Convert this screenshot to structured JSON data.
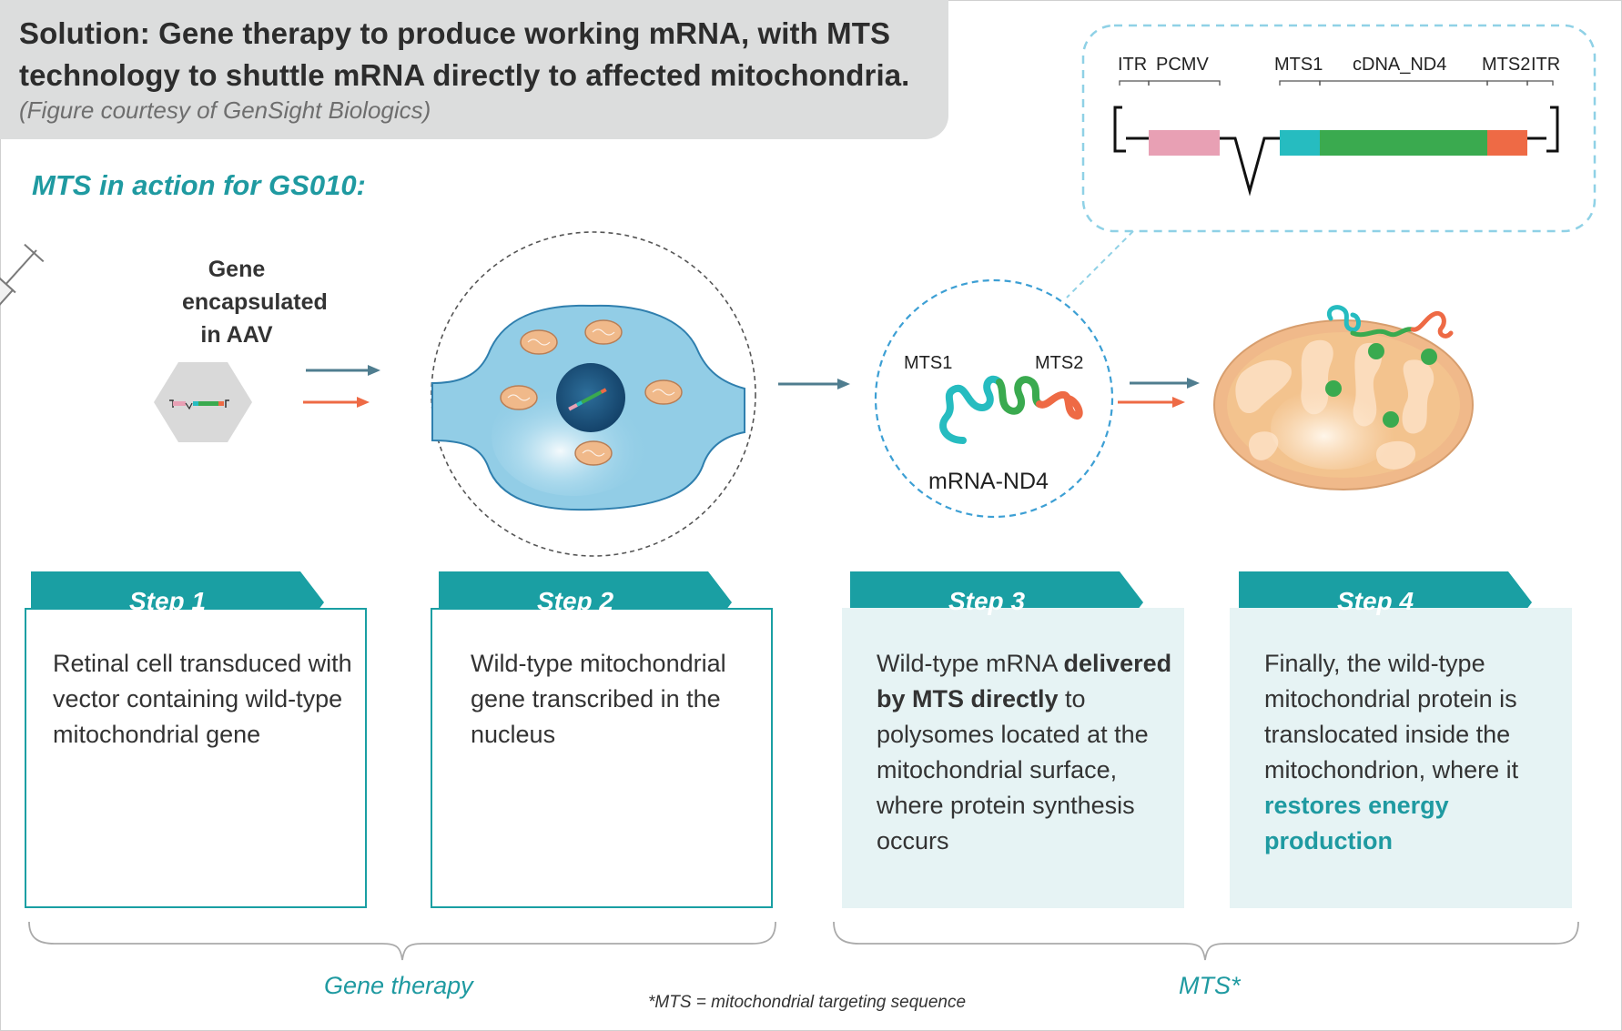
{
  "header": {
    "title": "Solution: Gene therapy to produce working mRNA, with MTS technology to shuttle mRNA directly to affected mitochondria.",
    "credit": "(Figure courtesy of GenSight Biologics)"
  },
  "subtitle": "MTS in action for GS010:",
  "vector": {
    "labels": [
      "ITR",
      "PCMV",
      "MTS1",
      "cDNA_ND4",
      "MTS2",
      "ITR"
    ]
  },
  "aav_label": "Gene encapsulated in AAV",
  "mrna": {
    "mts1": "MTS1",
    "mts2": "MTS2",
    "name": "mRNA-ND4"
  },
  "steps": [
    {
      "title": "Step 1",
      "text_parts": [
        {
          "t": "Retinal cell transduced with vector containing wild-type mitochondrial gene",
          "s": "normal"
        }
      ]
    },
    {
      "title": "Step 2",
      "text_parts": [
        {
          "t": "Wild-type mitochondrial gene transcribed in the nucleus",
          "s": "normal"
        }
      ]
    },
    {
      "title": "Step 3",
      "text_parts": [
        {
          "t": "Wild-type mRNA ",
          "s": "normal"
        },
        {
          "t": "delivered by MTS directly",
          "s": "bold"
        },
        {
          "t": " to polysomes located at the mitochondrial surface, where protein synthesis occurs",
          "s": "normal"
        }
      ]
    },
    {
      "title": "Step 4",
      "text_parts": [
        {
          "t": "Finally, the wild-type mitochondrial protein is translocated inside the mitochondrion, where it ",
          "s": "normal"
        },
        {
          "t": "restores energy production",
          "s": "accent"
        }
      ]
    }
  ],
  "brackets": {
    "left": "Gene therapy",
    "right": "MTS*"
  },
  "footnote": "*MTS = mitochondrial targeting sequence",
  "colors": {
    "teal": "#1a9fa3",
    "accent_text": "#1f9aa1",
    "orange": "#ee6a45",
    "pink": "#e8a0b4",
    "green": "#3aaa4f",
    "cyan": "#26bcc0",
    "cell_blue": "#92cde6",
    "mito_orange": "#f3c38e"
  }
}
